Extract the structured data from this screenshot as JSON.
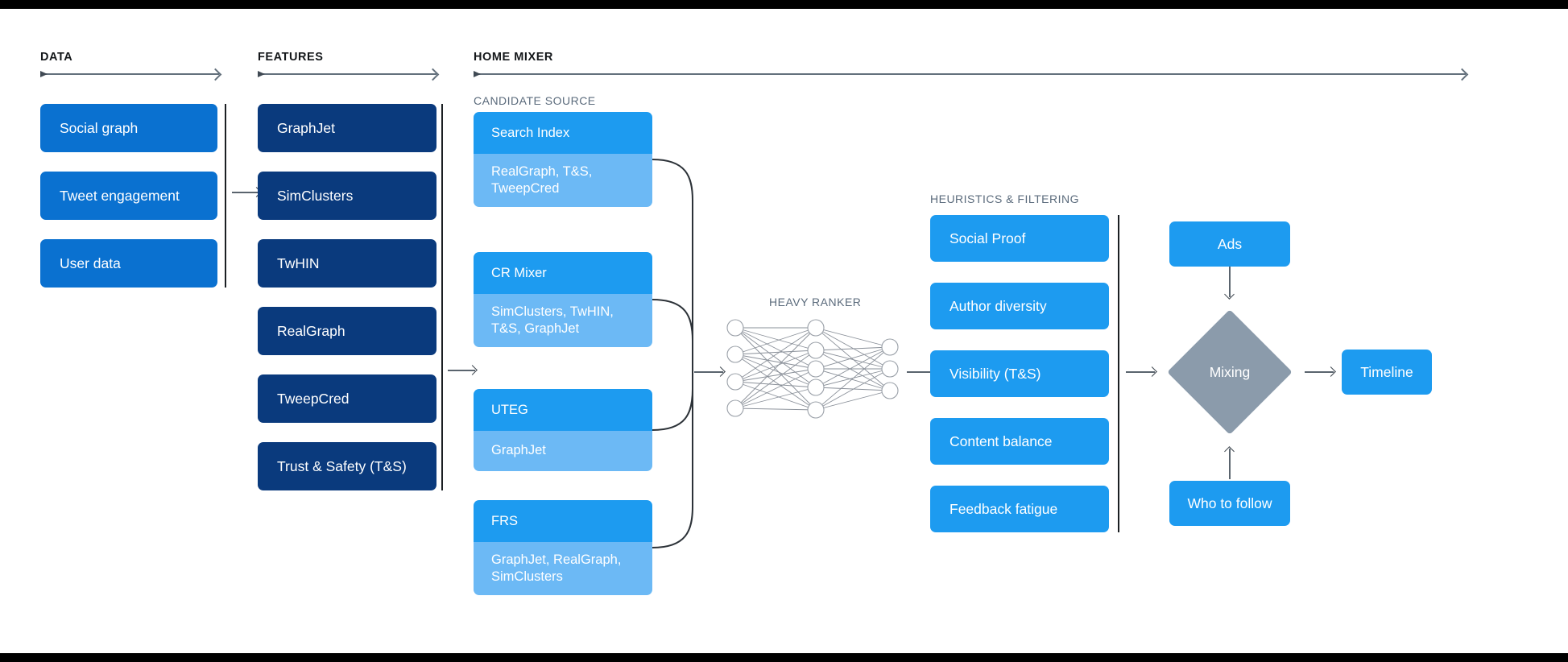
{
  "sections": {
    "data": {
      "title": "DATA"
    },
    "features": {
      "title": "FEATURES"
    },
    "home_mixer": {
      "title": "HOME MIXER"
    },
    "candidate_source": {
      "title": "CANDIDATE SOURCE"
    },
    "heavy_ranker": {
      "title": "HEAVY RANKER"
    },
    "heuristics": {
      "title": "HEURISTICS & FILTERING"
    }
  },
  "data_items": [
    {
      "label": "Social graph"
    },
    {
      "label": "Tweet engagement"
    },
    {
      "label": "User data"
    }
  ],
  "feature_items": [
    {
      "label": "GraphJet"
    },
    {
      "label": "SimClusters"
    },
    {
      "label": "TwHIN"
    },
    {
      "label": "RealGraph"
    },
    {
      "label": "TweepCred"
    },
    {
      "label": "Trust & Safety (T&S)"
    }
  ],
  "candidate_sources": [
    {
      "name": "Search Index",
      "features": "RealGraph, T&S, TweepCred"
    },
    {
      "name": "CR Mixer",
      "features": "SimClusters, TwHIN, T&S, GraphJet"
    },
    {
      "name": "UTEG",
      "features": "GraphJet"
    },
    {
      "name": "FRS",
      "features": "GraphJet, RealGraph, SimClusters"
    }
  ],
  "heuristic_items": [
    {
      "label": "Social Proof"
    },
    {
      "label": "Author diversity"
    },
    {
      "label": "Visibility (T&S)"
    },
    {
      "label": "Content balance"
    },
    {
      "label": "Feedback fatigue"
    }
  ],
  "mixing": {
    "ads_label": "Ads",
    "mixing_label": "Mixing",
    "who_to_follow_label": "Who to follow",
    "timeline_label": "Timeline"
  },
  "colors": {
    "data_box": "#0a71d0",
    "feature_box": "#0a3a7d",
    "candidate_head": "#1d9bf0",
    "candidate_body": "#6cb9f5",
    "heuristic_box": "#1d9bf0",
    "mixing_diamond": "#8b9bab",
    "divider": "#1b1f23",
    "arrow": "#5a646e",
    "section_title": "#14171a",
    "sub_title": "#5b6b7c"
  },
  "network": {
    "type": "neural-network",
    "input_nodes": 4,
    "hidden_nodes": 5,
    "output_nodes": 3
  }
}
